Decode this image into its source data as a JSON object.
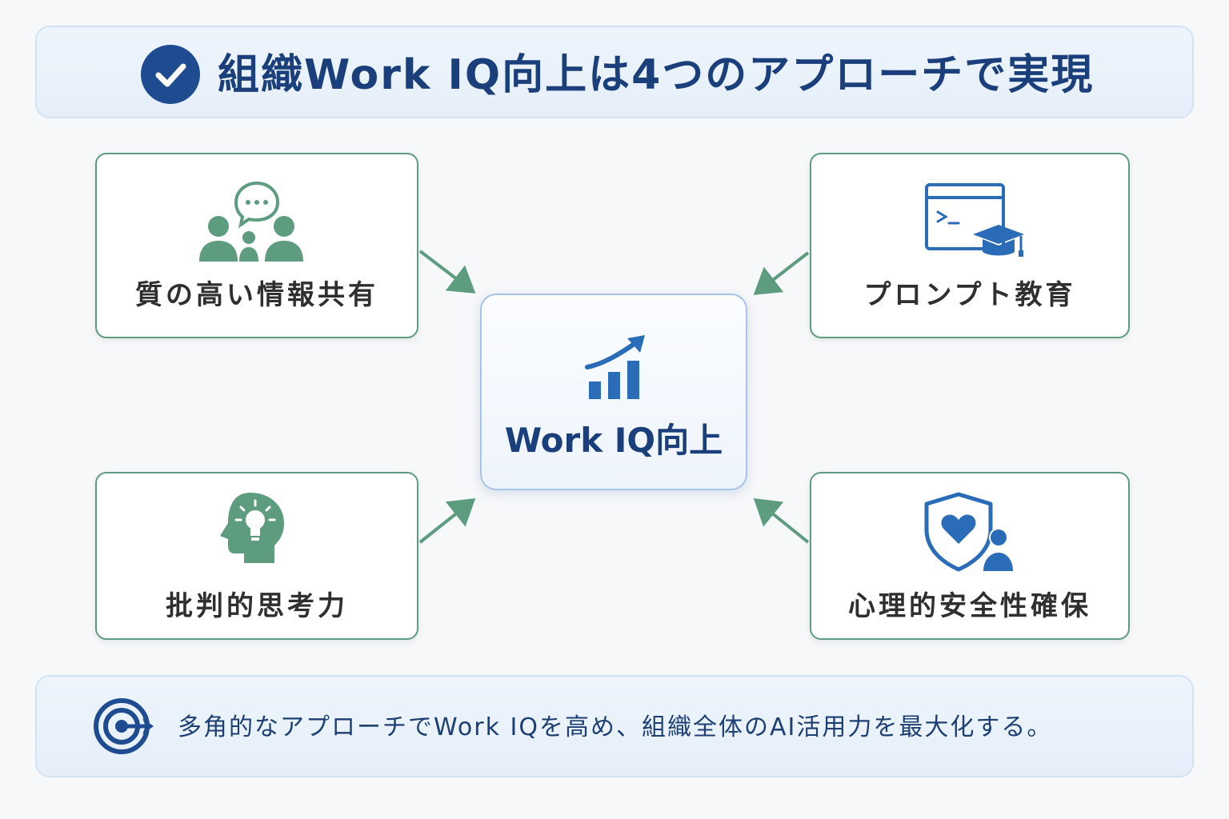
{
  "header": {
    "title": "組織Work IQ向上は4つのアプローチで実現",
    "icon": "check-circle-icon"
  },
  "center": {
    "label": "Work IQ向上",
    "icon": "growth-chart-icon"
  },
  "approaches": [
    {
      "label": "質の高い情報共有",
      "icon": "people-chat-icon"
    },
    {
      "label": "プロンプト教育",
      "icon": "terminal-graduation-icon"
    },
    {
      "label": "批判的思考力",
      "icon": "head-lightbulb-icon"
    },
    {
      "label": "心理的安全性確保",
      "icon": "shield-heart-person-icon"
    }
  ],
  "footer": {
    "text": "多角的なアプローチでWork IQを高め、組織全体のAI活用力を最大化する。",
    "icon": "target-icon"
  },
  "colors": {
    "navy": "#1a3f7a",
    "green": "#5e9c80",
    "blue": "#2b6cb8",
    "header_bg": "#e9f1fa"
  }
}
